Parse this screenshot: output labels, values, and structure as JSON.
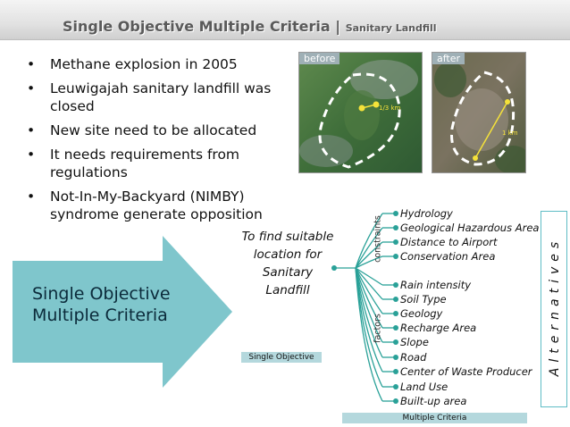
{
  "header": {
    "title_main": "Single Objective Multiple Criteria",
    "separator": " | ",
    "title_sub": "Sanitary Landfill"
  },
  "bullets": [
    "Methane explosion in 2005",
    "Leuwigajah sanitary landfill was closed",
    "New site need to be allocated",
    "It needs requirements from regulations",
    "Not-In-My-Backyard (NIMBY) syndrome generate opposition"
  ],
  "bullet_symbol": "•",
  "images": {
    "before": {
      "label": "before",
      "distance": "1/3 km"
    },
    "after": {
      "label": "after",
      "distance": "1 km"
    }
  },
  "arrow": {
    "line1": "Single Objective",
    "line2": "Multiple Criteria",
    "color": "#7fc6cc"
  },
  "goal": {
    "text": "To find suitable location for Sanitary Landfill"
  },
  "single_objective_tag": "Single Objective",
  "multiple_criteria_tag": "Multiple Criteria",
  "constraints_label": "constraints",
  "factors_label": "factors",
  "constraints": [
    "Hydrology",
    "Geological Hazardous Area",
    "Distance to Airport",
    "Conservation Area"
  ],
  "factors": [
    "Rain intensity",
    "Soil Type",
    "Geology",
    "Recharge Area",
    "Slope",
    "Road",
    "Center of Waste Producer",
    "Land Use",
    "Built-up area"
  ],
  "alternatives": "Alternatives",
  "colors": {
    "tree": "#2aa198",
    "tag_bg": "#b4d8dd",
    "alt_border": "#5fbcc5",
    "title_text": "#5a5a5a"
  }
}
